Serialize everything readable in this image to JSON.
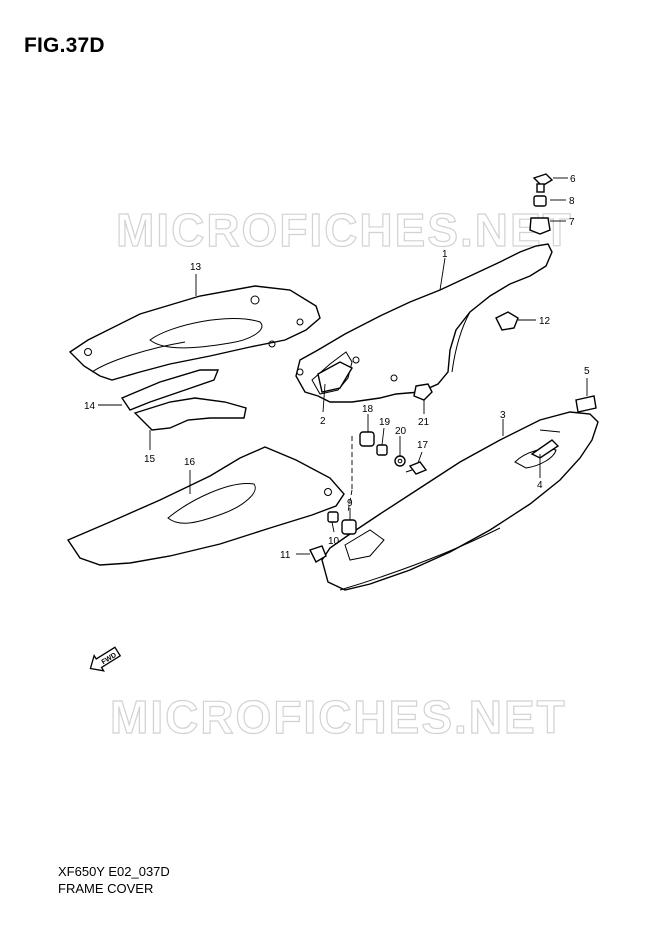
{
  "figure": {
    "title": "FIG.37D",
    "code": "XF650Y E02_037D",
    "name": "FRAME COVER"
  },
  "watermark": "MICROFICHES.NET",
  "fwd_label": "FWD",
  "callouts": [
    "1",
    "2",
    "3",
    "4",
    "5",
    "6",
    "7",
    "8",
    "9",
    "10",
    "11",
    "12",
    "13",
    "14",
    "15",
    "16",
    "17",
    "18",
    "19",
    "20",
    "21"
  ],
  "colors": {
    "line": "#000000",
    "watermark": "#d2d2d2",
    "background": "#ffffff"
  }
}
